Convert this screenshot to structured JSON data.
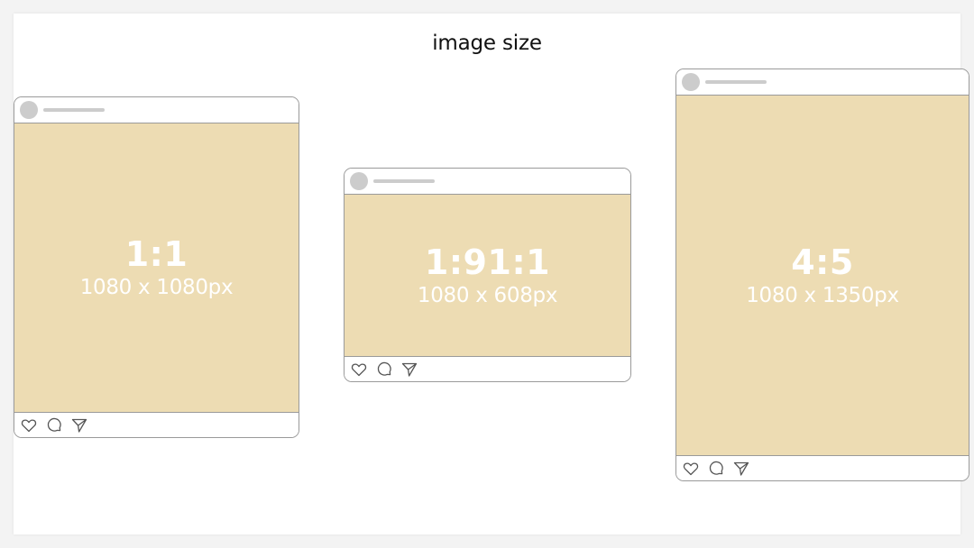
{
  "title": "image size",
  "posts": [
    {
      "ratio": "1:1",
      "dimensions": "1080 x 1080px",
      "icons": [
        "heart-icon",
        "comment-icon",
        "send-icon"
      ]
    },
    {
      "ratio": "1:91:1",
      "dimensions": "1080 x 608px",
      "icons": [
        "heart-icon",
        "comment-icon",
        "send-icon"
      ]
    },
    {
      "ratio": "4:5",
      "dimensions": "1080 x 1350px",
      "icons": [
        "heart-icon",
        "comment-icon",
        "send-icon"
      ]
    }
  ],
  "colors": {
    "media_fill": "#eddcb3",
    "placeholder_gray": "#cccccc",
    "border": "#9a9a9a",
    "label_text": "#ffffff"
  }
}
